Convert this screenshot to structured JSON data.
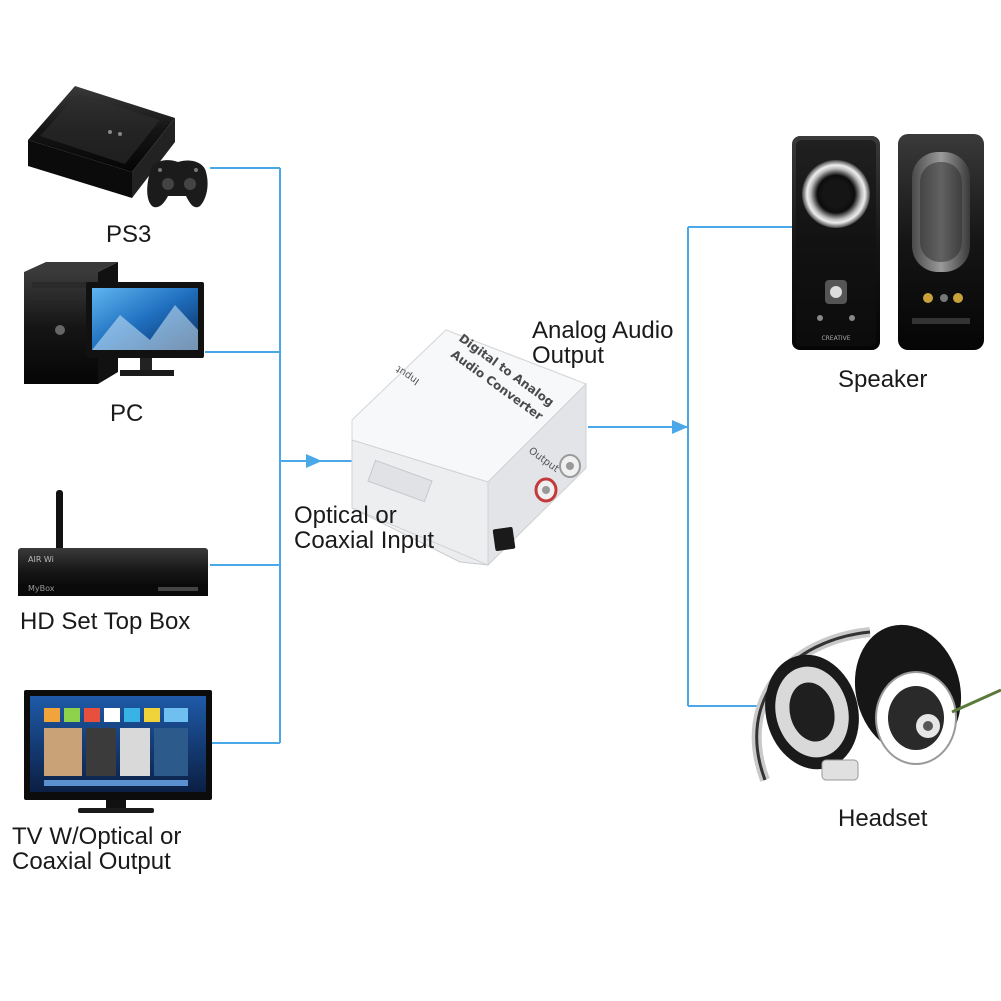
{
  "sources": [
    {
      "label": "PS3",
      "icon": "ps3-console-icon"
    },
    {
      "label": "PC",
      "icon": "desktop-pc-icon"
    },
    {
      "label": "HD Set Top Box",
      "icon": "set-top-box-icon"
    },
    {
      "label_line1": "TV W/Optical or",
      "label_line2": "Coaxial Output",
      "icon": "tv-icon"
    }
  ],
  "converter": {
    "title_line1": "Digital to Analog",
    "title_line2": "Audio Converter",
    "input_label": "Input",
    "output_label": "Output",
    "input_caption_line1": "Optical or",
    "input_caption_line2": "Coaxial Input",
    "output_caption_line1": "Analog Audio",
    "output_caption_line2": "Output"
  },
  "outputs": [
    {
      "label": "Speaker",
      "icon": "speaker-icon"
    },
    {
      "label": "Headset",
      "icon": "headphones-icon"
    }
  ],
  "set_top_box": {
    "brand": "MyBox",
    "tag": "AIR Wi"
  },
  "speaker_brand": "CREATIVE",
  "colors": {
    "connector": "#4aa8e8",
    "text": "#1a1a1a"
  }
}
